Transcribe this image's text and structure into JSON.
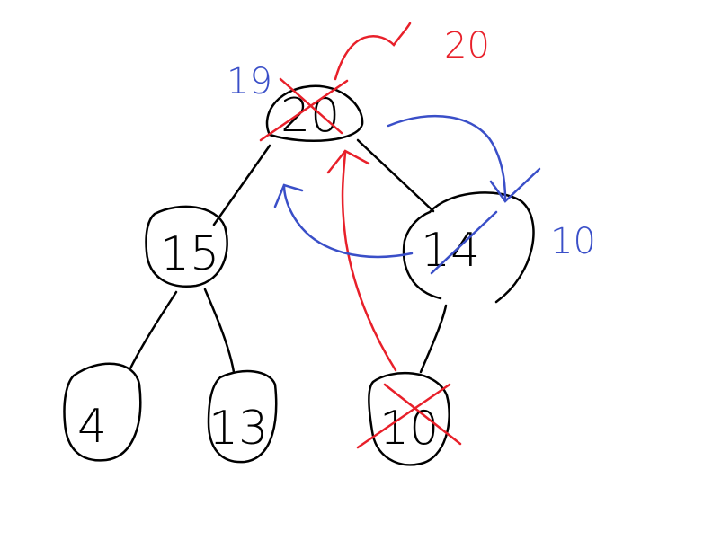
{
  "colors": {
    "background": "#ffffff",
    "ink": "#000000",
    "red": "#e8202a",
    "blue": "#3a4fc8"
  },
  "tree": {
    "root": {
      "label": "20"
    },
    "left": {
      "label": "15"
    },
    "right": {
      "label": "14"
    },
    "left_left": {
      "label": "4"
    },
    "left_right": {
      "label": "13"
    },
    "right_left": {
      "label": "10"
    }
  },
  "annotations": {
    "root_new_value": "19",
    "root_old_value_note": "20",
    "right_new_value": "10"
  }
}
